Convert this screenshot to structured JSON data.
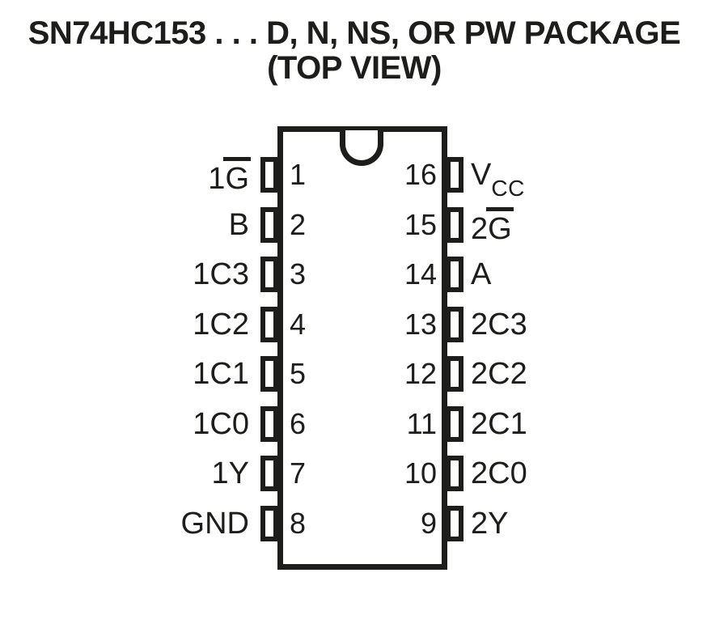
{
  "title": {
    "line1": "SN74HC153 . . . D, N, NS, OR PW PACKAGE",
    "line2": "(TOP VIEW)"
  },
  "package": {
    "device": "SN74HC153",
    "pin_count": 16,
    "left_pins": [
      {
        "number": "1",
        "pre": "1",
        "over": "G",
        "sub": ""
      },
      {
        "number": "2",
        "pre": "B",
        "over": "",
        "sub": ""
      },
      {
        "number": "3",
        "pre": "1C3",
        "over": "",
        "sub": ""
      },
      {
        "number": "4",
        "pre": "1C2",
        "over": "",
        "sub": ""
      },
      {
        "number": "5",
        "pre": "1C1",
        "over": "",
        "sub": ""
      },
      {
        "number": "6",
        "pre": "1C0",
        "over": "",
        "sub": ""
      },
      {
        "number": "7",
        "pre": "1Y",
        "over": "",
        "sub": ""
      },
      {
        "number": "8",
        "pre": "GND",
        "over": "",
        "sub": ""
      }
    ],
    "right_pins": [
      {
        "number": "16",
        "pre": "V",
        "over": "",
        "sub": "CC"
      },
      {
        "number": "15",
        "pre": "2",
        "over": "G",
        "sub": ""
      },
      {
        "number": "14",
        "pre": "A",
        "over": "",
        "sub": ""
      },
      {
        "number": "13",
        "pre": "2C3",
        "over": "",
        "sub": ""
      },
      {
        "number": "12",
        "pre": "2C2",
        "over": "",
        "sub": ""
      },
      {
        "number": "11",
        "pre": "2C1",
        "over": "",
        "sub": ""
      },
      {
        "number": "10",
        "pre": "2C0",
        "over": "",
        "sub": ""
      },
      {
        "number": "9",
        "pre": "2Y",
        "over": "",
        "sub": ""
      }
    ]
  },
  "colors": {
    "ink": "#1d1d1b",
    "background": "#ffffff"
  }
}
